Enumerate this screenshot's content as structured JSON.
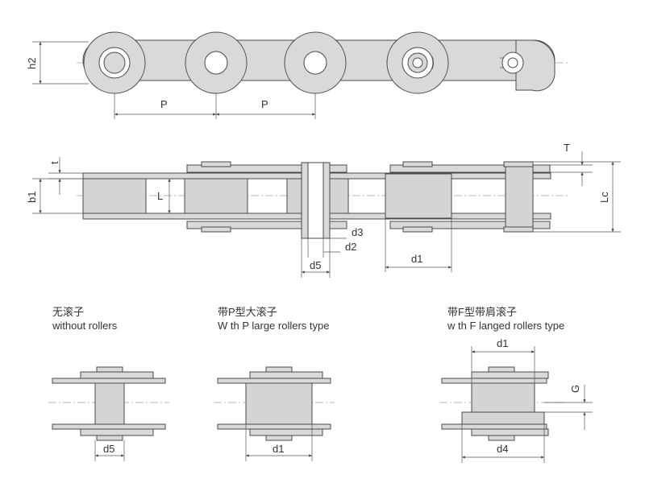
{
  "labels": {
    "h2": "h2",
    "p1": "P",
    "p2": "P",
    "t": "t",
    "T": "T",
    "b1": "b1",
    "L": "L",
    "Lc": "Lc",
    "d3": "d3",
    "d2": "d2",
    "d5": "d5",
    "d1": "d1",
    "G": "G",
    "d4": "d4"
  },
  "variants": [
    {
      "zh": "无滚子",
      "en": "without rollers",
      "dim": "d5"
    },
    {
      "zh": "带P型大滚子",
      "en": "W th P large rollers type",
      "dim": "d1"
    },
    {
      "zh": "带F型带肩滚子",
      "en": "w th F langed rollers type",
      "dim_top": "d1",
      "dim_bottom": "d4",
      "dim_side": "G"
    }
  ]
}
